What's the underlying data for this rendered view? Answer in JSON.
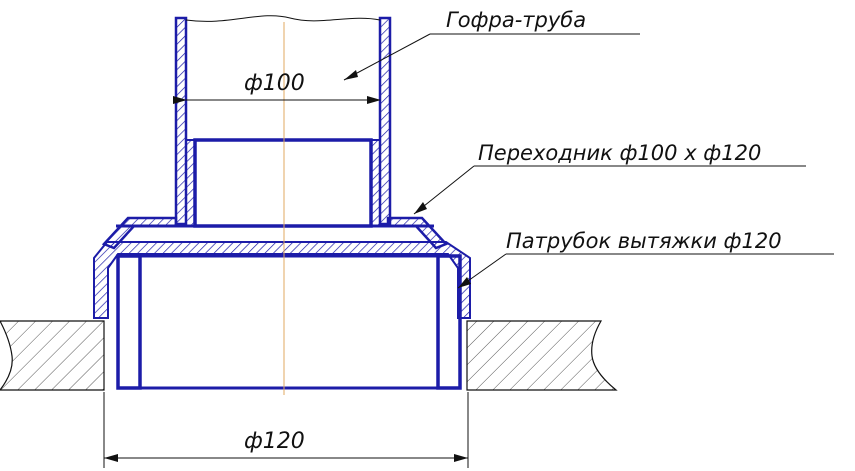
{
  "labels": {
    "corrugated_pipe": "Гофра-труба",
    "adapter": "Переходник ф100 х ф120",
    "exhaust_pipe": "Патрубок вытяжки ф120"
  },
  "dimensions": {
    "inner_diameter": "ф100",
    "outer_diameter": "ф120"
  },
  "colors": {
    "outline": "#1c1ca8",
    "hatch": "#555555",
    "axis": "#e0a860",
    "text": "#111111"
  }
}
